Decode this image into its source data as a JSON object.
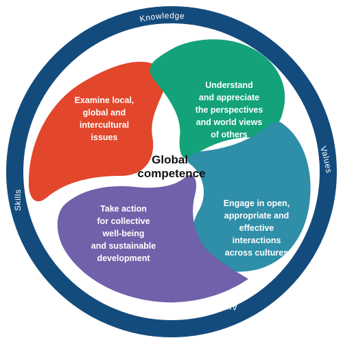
{
  "ring": {
    "top": "Knowledge",
    "right": "Values",
    "bottom": "Attitudes",
    "left": "Skills"
  },
  "center": {
    "line1": "Global",
    "line2": "competence"
  },
  "petals": [
    {
      "lines": [
        "Examine local,",
        "global and",
        "intercultural",
        "issues"
      ],
      "color": "#e2462b"
    },
    {
      "lines": [
        "Understand",
        "and appreciate",
        "the perspectives",
        "and world views",
        "of others"
      ],
      "color": "#13a27a"
    },
    {
      "lines": [
        "Engage in open,",
        "appropriate and",
        "effective",
        "interactions",
        "across cultures"
      ],
      "color": "#2f8ea8"
    },
    {
      "lines": [
        "Take action",
        "for collective",
        "well-being",
        "and sustainable",
        "development"
      ],
      "color": "#7160aa"
    }
  ],
  "colors": {
    "ring": "#144b7d",
    "inner_ring": "#ffffff"
  }
}
